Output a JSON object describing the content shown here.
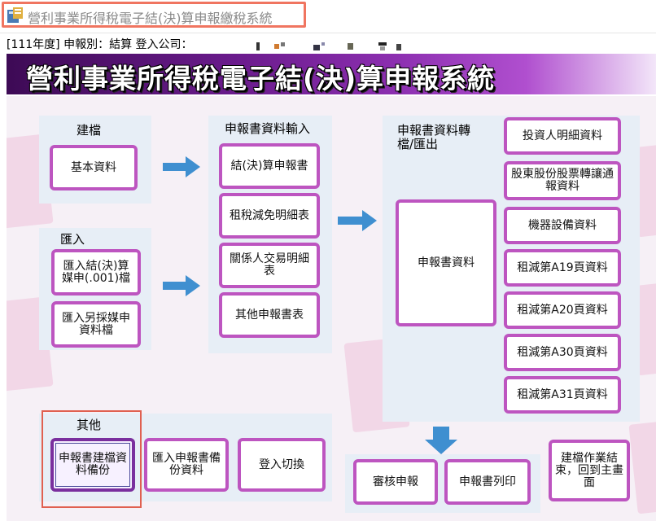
{
  "window": {
    "title": "營利事業所得稅電子結(決)算申報繳稅系統"
  },
  "status": {
    "text": "[111年度]  申報別：結算    登入公司："
  },
  "banner": {
    "title": "營利事業所得稅電子結(決)算申報系統"
  },
  "sections": {
    "build": {
      "label": "建檔",
      "buttons": [
        "基本資料"
      ]
    },
    "import": {
      "label": "匯入",
      "buttons": [
        "匯入結(決)算媒申(.001)檔",
        "匯入另採媒申資料檔"
      ]
    },
    "input": {
      "label": "申報書資料輸入",
      "buttons": [
        "結(決)算申報書",
        "租稅減免明細表",
        "關係人交易明細表",
        "其他申報書表"
      ]
    },
    "transfer": {
      "label": "申報書資料轉檔/匯出",
      "main_button": "申報書資料"
    },
    "detail_buttons": [
      "投資人明細資料",
      "股東股份股票轉讓通報資料",
      "機器設備資料",
      "租減第A19頁資料",
      "租減第A20頁資料",
      "租減第A30頁資料",
      "租減第A31頁資料"
    ],
    "other": {
      "label": "其他",
      "buttons": [
        "申報書建檔資料備份",
        "匯入申報書備份資料",
        "登入切換"
      ]
    },
    "actions": [
      "審核申報",
      "申報書列印"
    ],
    "exit_button": "建檔作業結束，回到主畫面"
  },
  "colors": {
    "button_border": "#bd55c0",
    "arrow": "#3f8fd0",
    "section_bg": "#e7eef6",
    "highlight": "#f07560"
  }
}
